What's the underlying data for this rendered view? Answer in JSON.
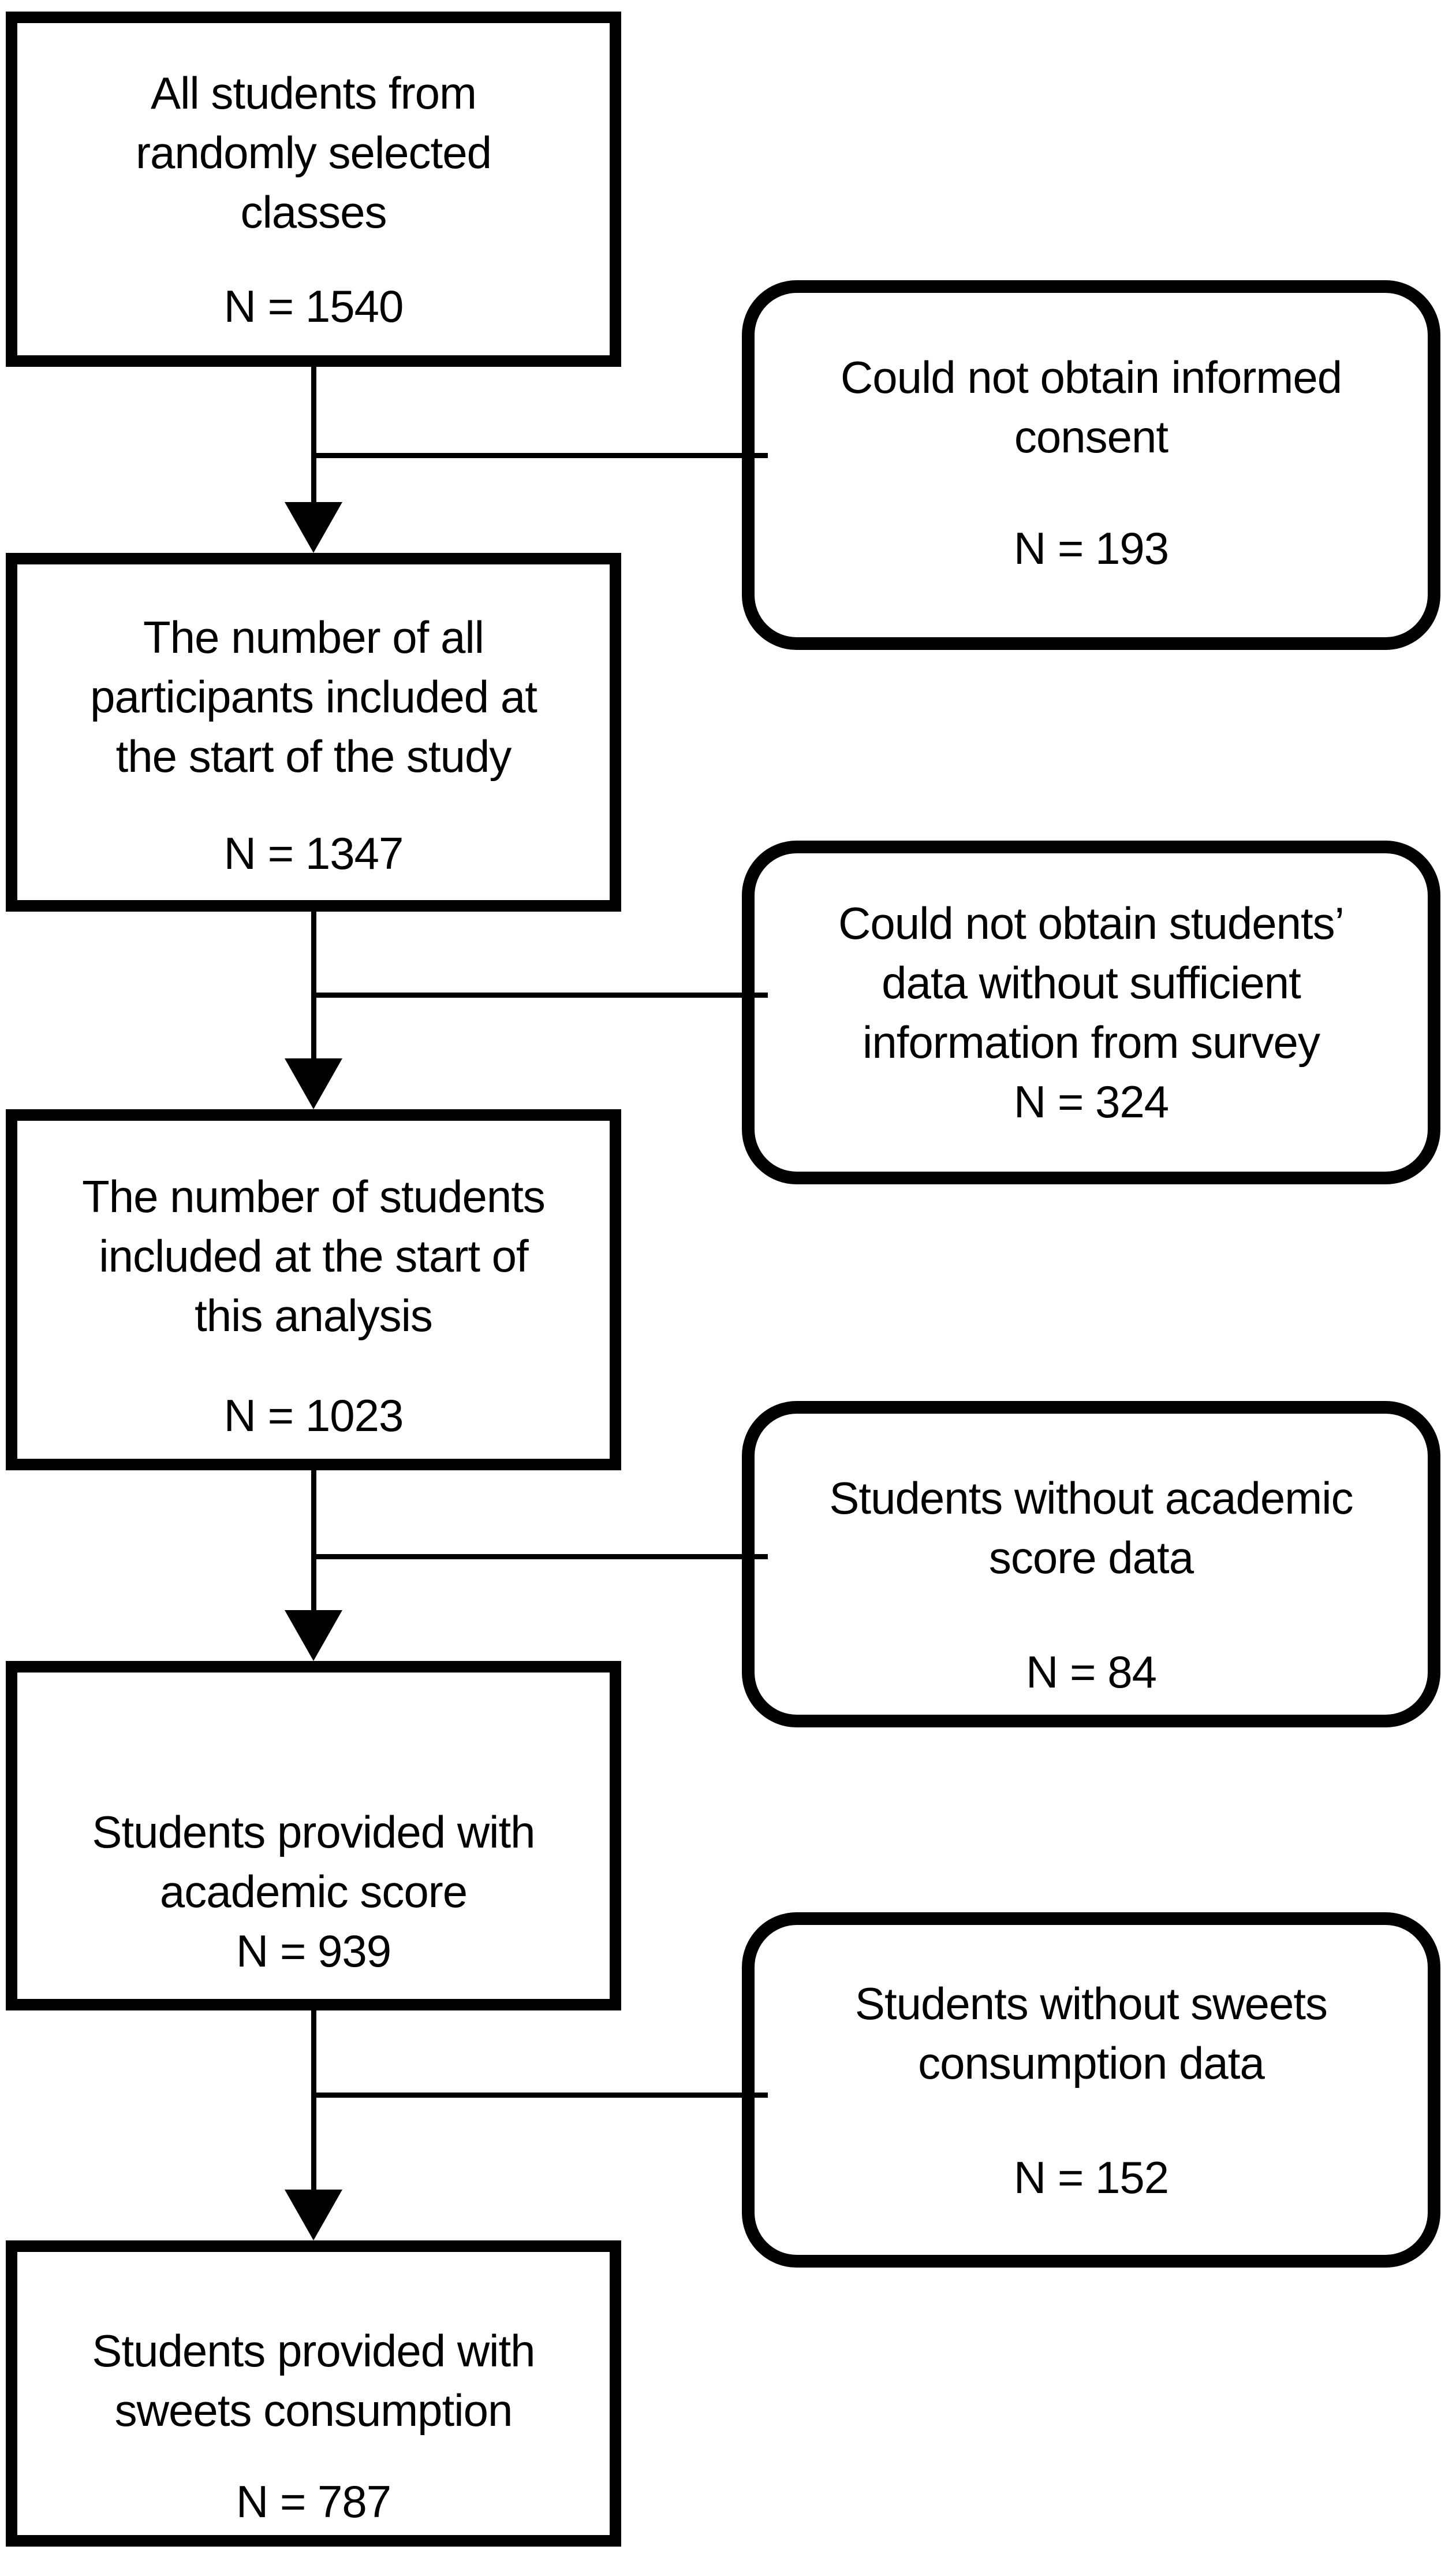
{
  "diagram": {
    "type": "participant-flow-diagram",
    "colors": {
      "line": "#000000",
      "background": "#ffffff",
      "text": "#000000"
    },
    "main_boxes": [
      {
        "text": "All students from\nrandomly selected\nclasses",
        "n": "N = 1540"
      },
      {
        "text": "The number of all\nparticipants included at\nthe start of the study",
        "n": "N = 1347"
      },
      {
        "text": "The number of students\nincluded at the start of\nthis analysis",
        "n": "N = 1023"
      },
      {
        "text": "Students provided with\nacademic score",
        "n": "N = 939"
      },
      {
        "text": "Students provided with\nsweets consumption",
        "n": "N = 787"
      }
    ],
    "exclusion_boxes": [
      {
        "text": "Could not obtain informed\nconsent",
        "n": "N = 193"
      },
      {
        "text": "Could not obtain students’\ndata without sufficient\ninformation from survey",
        "n": "N = 324"
      },
      {
        "text": "Students without academic\nscore data",
        "n": "N = 84"
      },
      {
        "text": "Students without sweets\nconsumption data",
        "n": "N = 152"
      }
    ]
  }
}
